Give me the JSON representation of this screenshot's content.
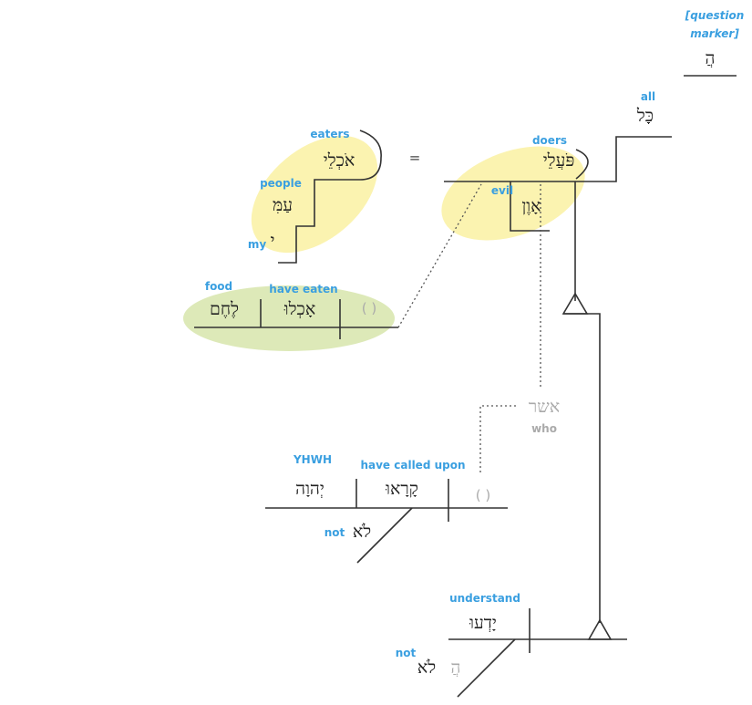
{
  "colors": {
    "gloss": "#3a9fe0",
    "hebrew": "#222222",
    "ghost": "#aaaaaa",
    "highlight_yellow": "#fbf3b0",
    "highlight_green": "#dde9b8",
    "line": "#333333"
  },
  "question_marker": {
    "gloss_line1": "[question",
    "gloss_line2": "marker]",
    "hebrew": "הֲ"
  },
  "kol": {
    "gloss": "all",
    "hebrew": "כָּל"
  },
  "doers": {
    "gloss": "doers",
    "hebrew": "פֹּעֲלֵי"
  },
  "evil": {
    "gloss": "evil",
    "hebrew": "אָוֶן"
  },
  "equals": {
    "symbol": "="
  },
  "eaters": {
    "gloss": "eaters",
    "hebrew": "אֹכְלֵי"
  },
  "people": {
    "gloss": "people",
    "hebrew": "עַמִּ"
  },
  "my": {
    "gloss": "my",
    "hebrew": "י"
  },
  "food_clause": {
    "food_gloss": "food",
    "food_hebrew": "לֶחֶם",
    "verb_gloss": "have eaten",
    "verb_hebrew": "אָכְלוּ",
    "subject_placeholder": "( )"
  },
  "asher": {
    "hebrew": "אשר",
    "gloss": "who"
  },
  "called_clause": {
    "obj_gloss": "YHWH",
    "obj_hebrew": "יְהוָה",
    "verb_gloss": "have called upon",
    "verb_hebrew": "קָרָאוּ",
    "subject_placeholder": "( )",
    "neg_gloss": "not",
    "neg_hebrew": "לֹא"
  },
  "main_clause": {
    "verb_gloss": "understand",
    "verb_hebrew": "יָדְעוּ",
    "neg_gloss": "not",
    "neg_hebrew": "לֹא",
    "q_hebrew": "הֲ"
  }
}
